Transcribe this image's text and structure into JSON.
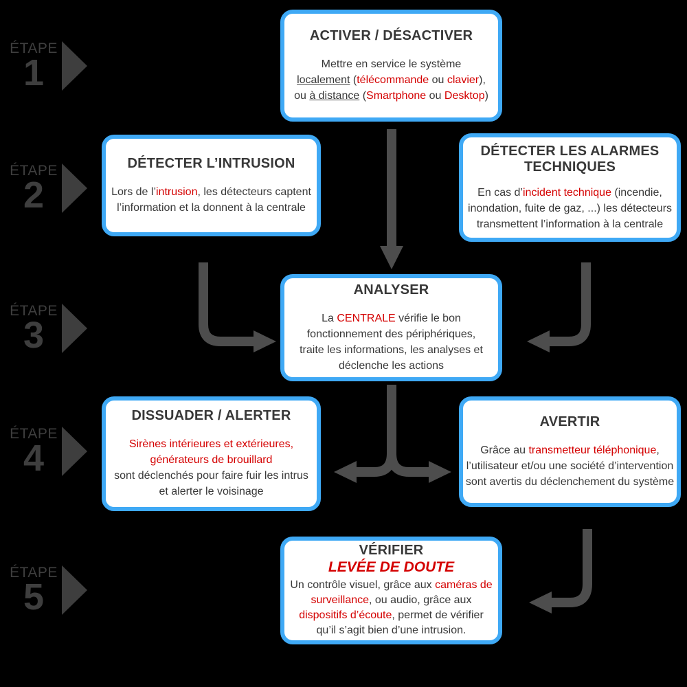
{
  "colors": {
    "background": "#000000",
    "box_border_blue": "#3fa9f5",
    "box_fill": "#ffffff",
    "text_dark": "#383838",
    "highlight_red": "#d40000",
    "arrow_gray": "#4d4d4d",
    "step_gray": "#3e3e3e"
  },
  "steps": [
    {
      "label": "ÉTAPE",
      "number": "1"
    },
    {
      "label": "ÉTAPE",
      "number": "2"
    },
    {
      "label": "ÉTAPE",
      "number": "3"
    },
    {
      "label": "ÉTAPE",
      "number": "4"
    },
    {
      "label": "ÉTAPE",
      "number": "5"
    }
  ],
  "boxes": {
    "activer": {
      "title": "ACTIVER / DÉSACTIVER",
      "lines": [
        [
          {
            "t": "Mettre en service le système"
          }
        ],
        [
          {
            "t": "localement",
            "s": "u"
          },
          {
            "t": " ("
          },
          {
            "t": "télécommande",
            "s": "r"
          },
          {
            "t": " ou "
          },
          {
            "t": "clavier",
            "s": "r"
          },
          {
            "t": "),"
          }
        ],
        [
          {
            "t": "ou "
          },
          {
            "t": "à distance",
            "s": "u"
          },
          {
            "t": " ("
          },
          {
            "t": "Smartphone",
            "s": "r"
          },
          {
            "t": " ou "
          },
          {
            "t": "Desktop",
            "s": "r"
          },
          {
            "t": ")"
          }
        ]
      ]
    },
    "intrusion": {
      "title": "DÉTECTER L’INTRUSION",
      "lines": [
        [
          {
            "t": "Lors de l’"
          },
          {
            "t": "intrusion",
            "s": "r"
          },
          {
            "t": ", les détecteurs captent"
          }
        ],
        [
          {
            "t": "l’information et la donnent à la centrale"
          }
        ]
      ]
    },
    "alarmes": {
      "title": "DÉTECTER LES ALARMES\nTECHNIQUES",
      "lines": [
        [
          {
            "t": "En cas d’"
          },
          {
            "t": "incident technique",
            "s": "r"
          },
          {
            "t": " (incendie,"
          }
        ],
        [
          {
            "t": "inondation, fuite de gaz, ...) les détecteurs"
          }
        ],
        [
          {
            "t": "transmettent l’information à la centrale"
          }
        ]
      ]
    },
    "analyser": {
      "title": "ANALYSER",
      "lines": [
        [
          {
            "t": "La "
          },
          {
            "t": "CENTRALE",
            "s": "r"
          },
          {
            "t": " vérifie le bon"
          }
        ],
        [
          {
            "t": "fonctionnement des périphériques,"
          }
        ],
        [
          {
            "t": "traite les informations, les analyses et"
          }
        ],
        [
          {
            "t": "déclenche les actions"
          }
        ]
      ]
    },
    "dissuader": {
      "title": "DISSUADER / ALERTER",
      "lines": [
        [
          {
            "t": "Sirènes intérieures et extérieures,",
            "s": "r"
          }
        ],
        [
          {
            "t": "générateurs de brouillard",
            "s": "r"
          }
        ],
        [
          {
            "t": "sont déclenchés pour faire fuir les intrus"
          }
        ],
        [
          {
            "t": "et alerter le voisinage"
          }
        ]
      ]
    },
    "avertir": {
      "title": "AVERTIR",
      "lines": [
        [
          {
            "t": "Grâce au "
          },
          {
            "t": "transmetteur téléphonique",
            "s": "r"
          },
          {
            "t": ","
          }
        ],
        [
          {
            "t": "l’utilisateur et/ou une société d’intervention"
          }
        ],
        [
          {
            "t": "sont avertis du déclenchement du système"
          }
        ]
      ]
    },
    "verifier": {
      "title": "VÉRIFIER",
      "subtitle": "LEVÉE DE DOUTE",
      "lines": [
        [
          {
            "t": "Un contrôle visuel, grâce aux "
          },
          {
            "t": "caméras de",
            "s": "r"
          }
        ],
        [
          {
            "t": "surveillance",
            "s": "r"
          },
          {
            "t": ", ou audio, grâce aux"
          }
        ],
        [
          {
            "t": "dispositifs d’écoute",
            "s": "r"
          },
          {
            "t": ", permet de vérifier"
          }
        ],
        [
          {
            "t": "qu’il s’agit bien d’une intrusion."
          }
        ]
      ]
    }
  }
}
